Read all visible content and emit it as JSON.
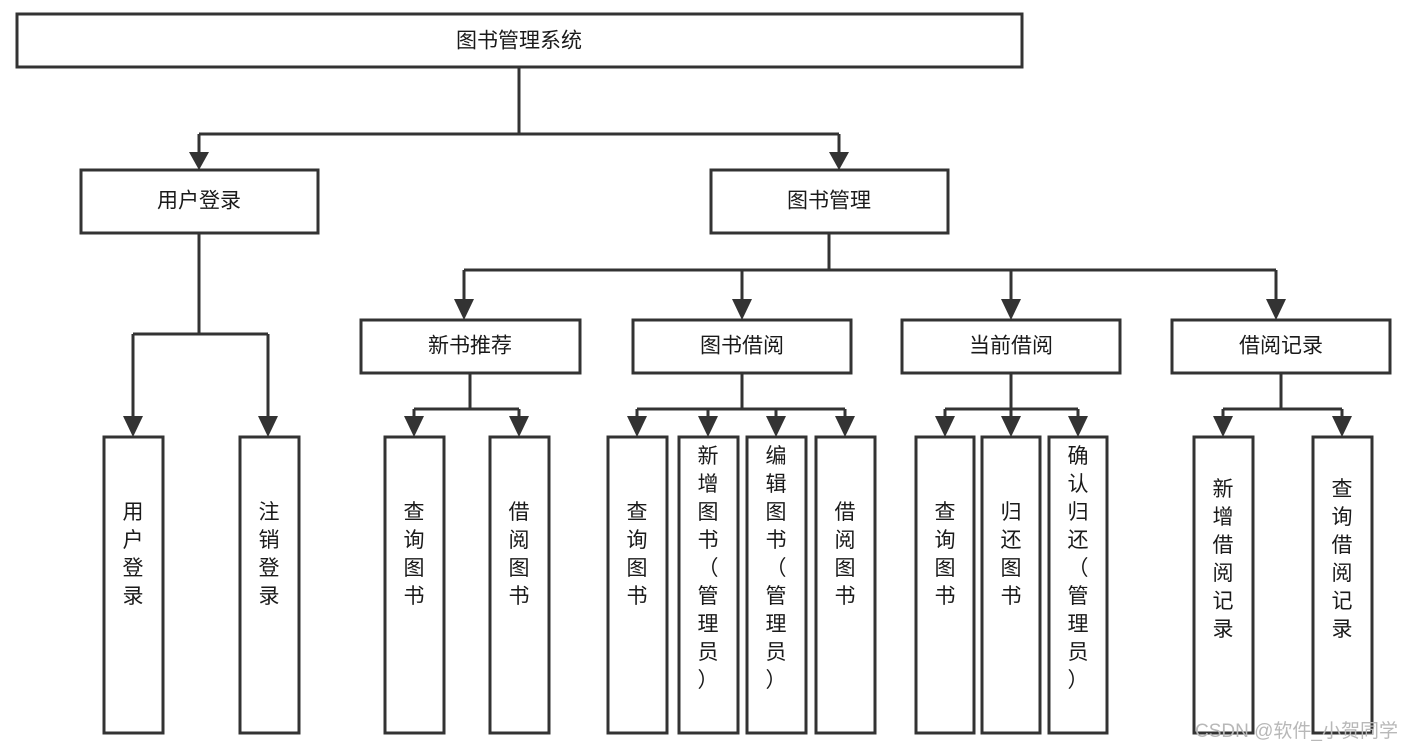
{
  "diagram": {
    "title": "图书管理系统",
    "type": "tree-hierarchy-chart",
    "root": {
      "id": "root",
      "label": "图书管理系统",
      "orientation": "horizontal"
    },
    "level2": [
      {
        "id": "user-login",
        "label": "用户登录",
        "orientation": "horizontal"
      },
      {
        "id": "book-manage",
        "label": "图书管理",
        "orientation": "horizontal"
      }
    ],
    "level3": [
      {
        "id": "new-book-recommend",
        "label": "新书推荐",
        "orientation": "horizontal",
        "parent": "book-manage"
      },
      {
        "id": "book-borrow",
        "label": "图书借阅",
        "orientation": "horizontal",
        "parent": "book-manage"
      },
      {
        "id": "current-borrow",
        "label": "当前借阅",
        "orientation": "horizontal",
        "parent": "book-manage"
      },
      {
        "id": "borrow-record",
        "label": "借阅记录",
        "orientation": "horizontal",
        "parent": "book-manage"
      }
    ],
    "leaves": [
      {
        "id": "leaf-user-login",
        "label": "用户登录",
        "orientation": "vertical",
        "parent": "user-login"
      },
      {
        "id": "leaf-user-logout",
        "label": "注销登录",
        "orientation": "vertical",
        "parent": "user-login"
      },
      {
        "id": "leaf-query-book-1",
        "label": "查询图书",
        "orientation": "vertical",
        "parent": "new-book-recommend"
      },
      {
        "id": "leaf-borrow-book-1",
        "label": "借阅图书",
        "orientation": "vertical",
        "parent": "new-book-recommend"
      },
      {
        "id": "leaf-query-book-2",
        "label": "查询图书",
        "orientation": "vertical",
        "parent": "book-borrow"
      },
      {
        "id": "leaf-add-book",
        "label": "新增图书（管理员）",
        "orientation": "vertical",
        "parent": "book-borrow"
      },
      {
        "id": "leaf-edit-book",
        "label": "编辑图书（管理员）",
        "orientation": "vertical",
        "parent": "book-borrow"
      },
      {
        "id": "leaf-borrow-book-2",
        "label": "借阅图书",
        "orientation": "vertical",
        "parent": "book-borrow"
      },
      {
        "id": "leaf-query-book-3",
        "label": "查询图书",
        "orientation": "vertical",
        "parent": "current-borrow"
      },
      {
        "id": "leaf-return-book",
        "label": "归还图书",
        "orientation": "vertical",
        "parent": "current-borrow"
      },
      {
        "id": "leaf-confirm-return",
        "label": "确认归还（管理员）",
        "orientation": "vertical",
        "parent": "current-borrow"
      },
      {
        "id": "leaf-add-record",
        "label": "新增借阅记录",
        "orientation": "vertical",
        "parent": "borrow-record"
      },
      {
        "id": "leaf-query-record",
        "label": "查询借阅记录",
        "orientation": "vertical",
        "parent": "borrow-record"
      }
    ],
    "colors": {
      "box_fill": "#ffffff",
      "box_stroke": "#333333",
      "connector": "#333333",
      "text": "#1a1a1a",
      "watermark": "#b8b8b8",
      "background": "#ffffff"
    }
  },
  "watermark": {
    "label": "CSDN @软件_小贺同学"
  }
}
